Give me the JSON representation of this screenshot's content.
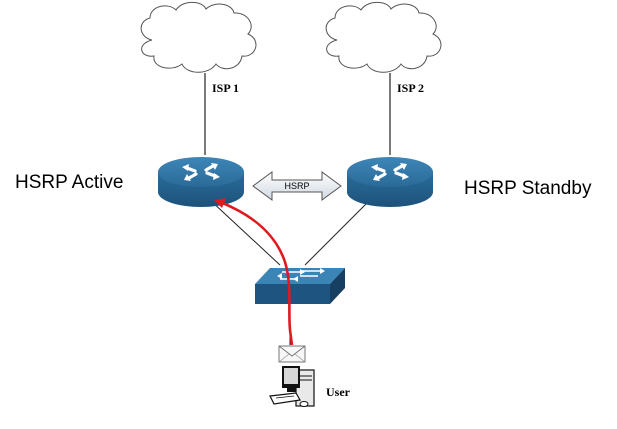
{
  "labels": {
    "isp1": "ISP 1",
    "isp2": "ISP 2",
    "active": "HSRP Active",
    "standby": "HSRP Standby",
    "hsrp_link": "HSRP",
    "user": "User"
  },
  "nodes": {
    "cloud_isp1": {
      "kind": "cloud"
    },
    "cloud_isp2": {
      "kind": "cloud"
    },
    "router_active": {
      "kind": "router",
      "role": "active"
    },
    "router_standby": {
      "kind": "router",
      "role": "standby"
    },
    "switch": {
      "kind": "switch"
    },
    "user_pc": {
      "kind": "workstation"
    }
  },
  "colors": {
    "device_fill": "#2c6f9c",
    "device_dark": "#1c5279",
    "traffic_path": "#e0191e",
    "link": "#222222"
  },
  "icons": [
    "cloud-icon",
    "router-icon",
    "switch-icon",
    "envelope-icon",
    "workstation-icon",
    "double-arrow-icon"
  ]
}
